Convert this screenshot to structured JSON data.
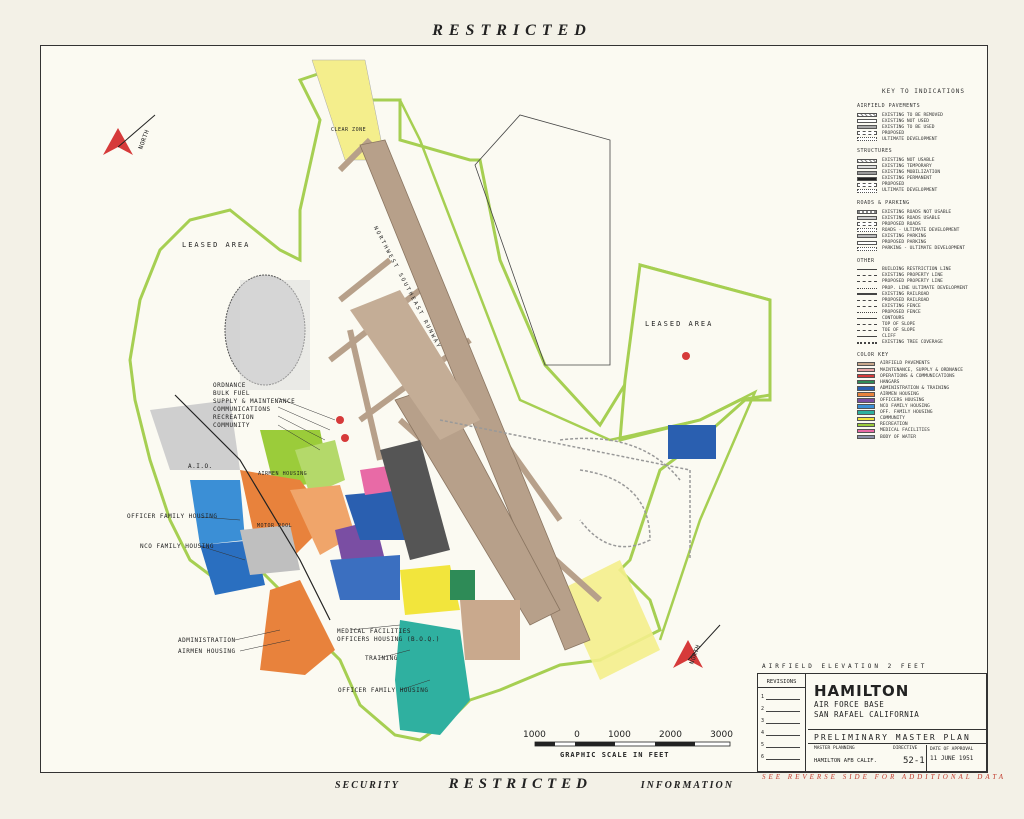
{
  "banners": {
    "top": "RESTRICTED",
    "bottom_left": "SECURITY",
    "bottom_center": "RESTRICTED",
    "bottom_right": "INFORMATION"
  },
  "map": {
    "leased_area_left": "LEASED AREA",
    "leased_area_right": "LEASED AREA",
    "clear_zone": "CLEAR ZONE",
    "labels_left": [
      "ORDNANCE",
      "BULK FUEL",
      "SUPPLY & MAINTENANCE",
      "COMMUNICATIONS",
      "RECREATION",
      "COMMUNITY"
    ],
    "label_aio": "A.I.O.",
    "label_airmen_housing_center": "AIRMEN HOUSING",
    "label_motor_pool": "MOTOR POOL",
    "label_officer_family_housing_left": "OFFICER FAMILY HOUSING",
    "label_nco_family_housing": "NCO FAMILY HOUSING",
    "label_administration": "ADMINISTRATION",
    "label_airmen_housing": "AIRMEN HOUSING",
    "label_medical": "MEDICAL FACILITIES",
    "label_officers_housing_bog": "OFFICERS HOUSING (B.O.Q.)",
    "label_training": "TRAINING",
    "label_officer_family_housing_bottom": "OFFICER FAMILY HOUSING",
    "runway_label": "NORTHWEST SOUTHEAST RUNWAY"
  },
  "north_arrow": {
    "label": "NORTH"
  },
  "legend": {
    "title": "KEY TO INDICATIONS",
    "sections": [
      {
        "name": "AIRFIELD PAVEMENTS",
        "items": [
          "EXISTING TO BE REMOVED",
          "EXISTING NOT USED",
          "EXISTING TO BE USED",
          "PROPOSED",
          "ULTIMATE DEVELOPMENT"
        ]
      },
      {
        "name": "STRUCTURES",
        "items": [
          "EXISTING NOT USABLE",
          "EXISTING TEMPORARY",
          "EXISTING MOBILIZATION",
          "EXISTING PERMANENT",
          "PROPOSED",
          "ULTIMATE DEVELOPMENT"
        ]
      },
      {
        "name": "ROADS & PARKING",
        "items": [
          "EXISTING ROADS NOT USABLE",
          "EXISTING ROADS USABLE",
          "PROPOSED ROADS",
          "ROADS - ULTIMATE DEVELOPMENT",
          "EXISTING PARKING",
          "PROPOSED PARKING",
          "PARKING - ULTIMATE DEVELOPMENT"
        ]
      },
      {
        "name": "OTHER",
        "items": [
          "BUILDING RESTRICTION LINE",
          "EXISTING PROPERTY LINE",
          "PROPOSED PROPERTY LINE",
          "PROP. LINE ULTIMATE DEVELOPMENT",
          "EXISTING RAILROAD",
          "PROPOSED RAILROAD",
          "EXISTING FENCE",
          "PROPOSED FENCE",
          "CONTOURS",
          "TOP OF SLOPE",
          "TOE OF SLOPE",
          "CLIFF",
          "EXISTING TREE COVERAGE"
        ]
      }
    ],
    "color_key_title": "COLOR KEY",
    "color_key": [
      {
        "label": "AIRFIELD PAVEMENTS",
        "color": "#c9a98d"
      },
      {
        "label": "MAINTENANCE, SUPPLY & ORDNANCE",
        "color": "#e8a8a8"
      },
      {
        "label": "OPERATIONS & COMMUNICATIONS",
        "color": "#d63a3a"
      },
      {
        "label": "HANGARS",
        "color": "#2e8b57"
      },
      {
        "label": "ADMINISTRATION & TRAINING",
        "color": "#2a5fb0"
      },
      {
        "label": "AIRMEN HOUSING",
        "color": "#e8823c"
      },
      {
        "label": "OFFICERS HOUSING",
        "color": "#7a4ea3"
      },
      {
        "label": "NCO FAMILY HOUSING",
        "color": "#3b8fd6"
      },
      {
        "label": "OFF. FAMILY HOUSING",
        "color": "#2fb0a0"
      },
      {
        "label": "COMMUNITY",
        "color": "#f2e53c"
      },
      {
        "label": "RECREATION",
        "color": "#9bcc3a"
      },
      {
        "label": "MEDICAL FACILITIES",
        "color": "#e86aa6"
      },
      {
        "label": "BODY OF WATER",
        "color": "#8a8fa8"
      }
    ]
  },
  "scale": {
    "numbers": [
      "1000",
      "0",
      "1000",
      "2000",
      "3000"
    ],
    "caption": "GRAPHIC SCALE IN FEET"
  },
  "title_block": {
    "elevation": "AIRFIELD ELEVATION 2 FEET",
    "revisions_header": "REVISIONS",
    "revision_numbers": [
      "1",
      "2",
      "3",
      "4",
      "5",
      "6"
    ],
    "name": "HAMILTON",
    "line1": "AIR FORCE BASE",
    "line2": "SAN RAFAEL CALIFORNIA",
    "plan": "PRELIMINARY MASTER PLAN",
    "master_planning": "MASTER PLANNING",
    "base_line": "HAMILTON AFB CALIF.",
    "directive_label": "DIRECTIVE",
    "directive_number": "52-1",
    "date_label": "DATE OF APPROVAL",
    "date": "11 JUNE 1951",
    "see_reverse": "SEE REVERSE SIDE FOR ADDITIONAL DATA"
  },
  "colors": {
    "green_boundary": "#a6cf52",
    "runway": "#b7a08a",
    "clear_zone": "#f4ee8c",
    "paper": "#fbfaf2"
  }
}
